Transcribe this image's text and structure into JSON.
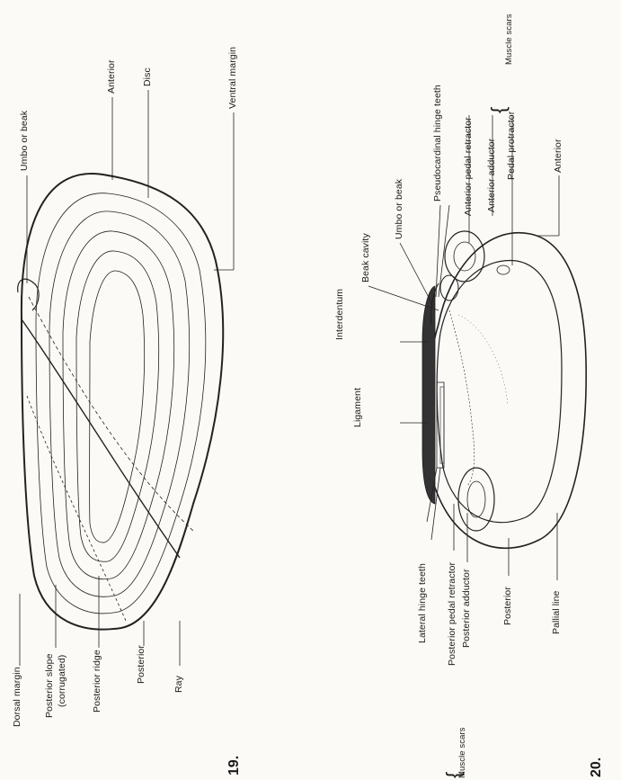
{
  "figure19": {
    "number": "19.",
    "labels": {
      "umbo_or_beak": "Umbo or beak",
      "anterior": "Anterior",
      "disc": "Disc",
      "ventral_margin": "Ventral margin",
      "dorsal_margin": "Dorsal margin",
      "posterior_slope": "Posterior slope",
      "posterior_slope_note": "(corrugated)",
      "posterior_ridge": "Posterior ridge",
      "posterior": "Posterior",
      "ray": "Ray"
    }
  },
  "figure20": {
    "number": "20.",
    "labels": {
      "muscle_scars_top": "Muscle scars",
      "anterior_pedal_retractor": "Anterior pedal retractor",
      "anterior_adductor": "Anterior adductor",
      "pedal_protractor": "Pedal protractor",
      "pseudocardinal_hinge_teeth": "Pseudocardinal hinge teeth",
      "umbo_or_beak": "Umbo or beak",
      "beak_cavity": "Beak cavity",
      "interdentum": "Interdentum",
      "ligament": "Ligament",
      "anterior": "Anterior",
      "lateral_hinge_teeth": "Lateral hinge teeth",
      "posterior_pedal_retractor": "Posterior pedal retractor",
      "posterior_adductor": "Posterior adductor",
      "muscle_scars_bottom": "Muscle scars",
      "posterior": "Posterior",
      "pallial_line": "Pallial line"
    }
  }
}
